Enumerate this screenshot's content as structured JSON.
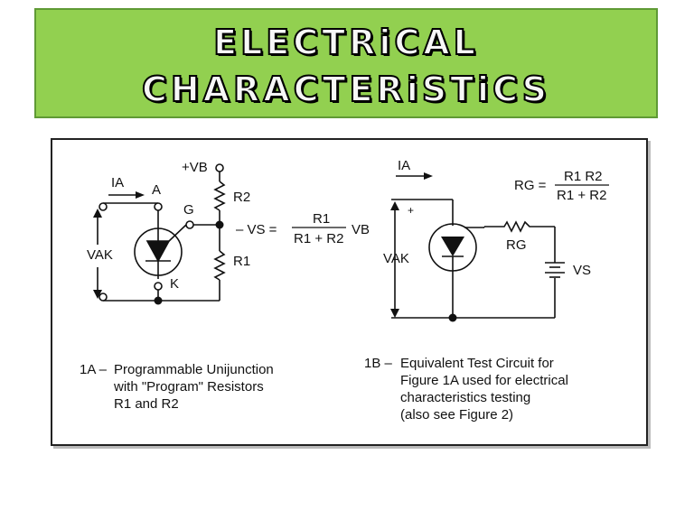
{
  "title": {
    "line1": "ELECTRiCAL",
    "line2": "CHARACTERiSTiCS"
  },
  "colors": {
    "banner": "#92d050",
    "banner_border": "#5f9a35",
    "ink": "#111111"
  },
  "figure_1a": {
    "supply": "+VB",
    "current": "IA",
    "node_a": "A",
    "node_g": "G",
    "node_k": "K",
    "voltage_ak": "VAK",
    "r2": "R2",
    "r1": "R1",
    "formula_lhs": "– VS =",
    "formula_num": "R1",
    "formula_den": "R1 + R2",
    "formula_rhs": "VB",
    "caption_number": "1A –",
    "caption_lines": [
      "Programmable Unijunction",
      "with \"Program\" Resistors",
      "R1 and R2"
    ]
  },
  "figure_1b": {
    "current": "IA",
    "plus_sign": "+",
    "voltage_ak": "VAK",
    "rg": "RG",
    "vs": "VS",
    "formula_lhs": "RG =",
    "formula_num": "R1 R2",
    "formula_den": "R1 + R2",
    "caption_number": "1B –",
    "caption_lines": [
      "Equivalent Test Circuit for",
      "Figure 1A used for electrical",
      "characteristics testing",
      "(also see Figure 2)"
    ]
  }
}
